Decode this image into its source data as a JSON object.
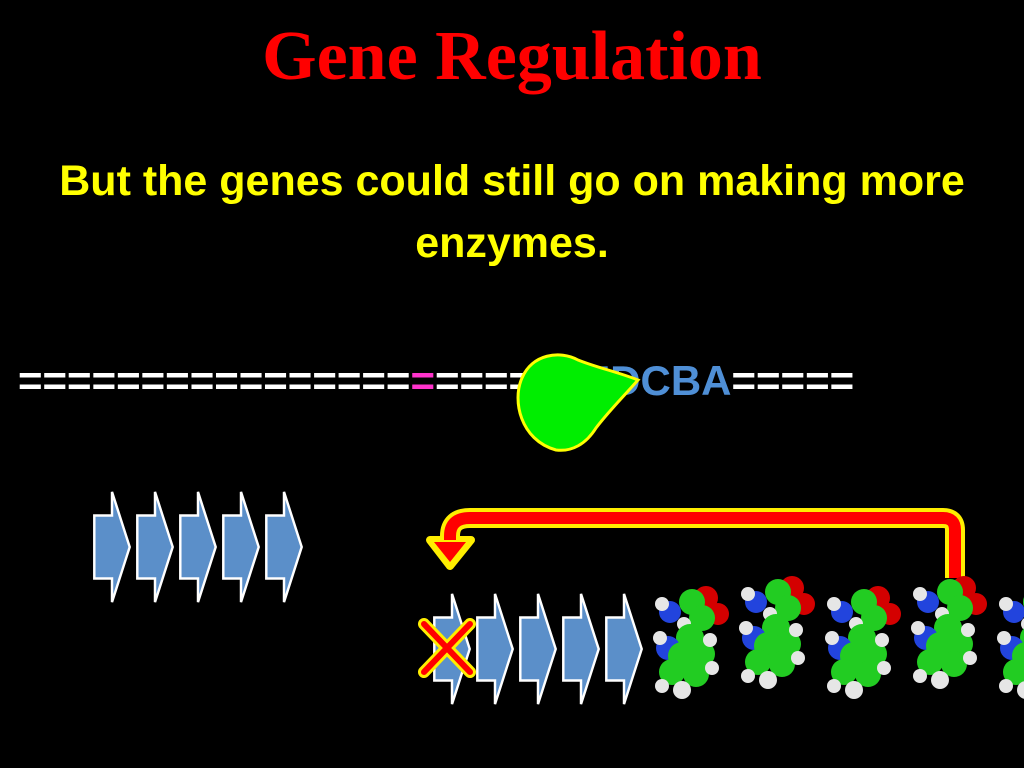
{
  "slide": {
    "title": "Gene Regulation",
    "subtitle": "But the genes could still go on making more enzymes."
  },
  "dna_strand": {
    "left_segment": "================",
    "operator_segment": "=",
    "hidden_segment": "====",
    "promoter_segment": "==",
    "genes_label": "EDCBA",
    "right_segment": "====="
  },
  "colors": {
    "title": "#ff0000",
    "subtitle": "#ffff00",
    "dna": "#ffffff",
    "operator": "#ff33cc",
    "genes": "#4f8fd6",
    "repressor_fill": "#00ee00",
    "repressor_outline": "#ffff00",
    "enzyme_arrow": "#5b8fc9",
    "feedback_arrow": "#ff0000",
    "feedback_outline": "#ffee00",
    "inhibition_x": "#ff0000"
  },
  "icons": {
    "repressor": "repressor-protein-icon",
    "enzyme": "enzyme-arrow-icon",
    "product": "product-molecule-icon",
    "feedback": "feedback-arrow-icon",
    "inhibition": "inhibition-x-icon"
  },
  "enzyme_groups": [
    {
      "name": "free-enzymes",
      "count": 5
    },
    {
      "name": "pathway-enzymes",
      "count": 5
    }
  ],
  "product_molecules": {
    "count": 5
  }
}
